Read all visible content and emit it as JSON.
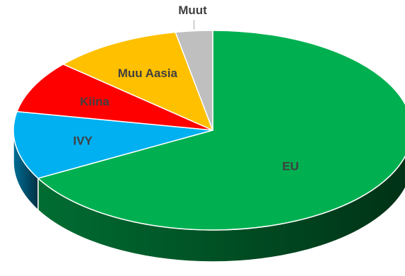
{
  "chart_data": {
    "type": "pie",
    "style": "3d",
    "start": "top",
    "direction": "clockwise",
    "title": "",
    "legend": "none",
    "slices": [
      {
        "label": "EU",
        "value": 67,
        "color": "#00B050",
        "label_color": "#404040"
      },
      {
        "label": "IVY",
        "value": 11,
        "color": "#00B0F0",
        "label_color": "#404040"
      },
      {
        "label": "Kiina",
        "value": 8.5,
        "color": "#FF0000",
        "label_color": "#404040"
      },
      {
        "label": "Muu Aasia",
        "value": 10.5,
        "color": "#FFC000",
        "label_color": "#404040"
      },
      {
        "label": "Muut",
        "value": 3,
        "color": "#BFBFBF",
        "label_color": "#404040"
      }
    ]
  }
}
